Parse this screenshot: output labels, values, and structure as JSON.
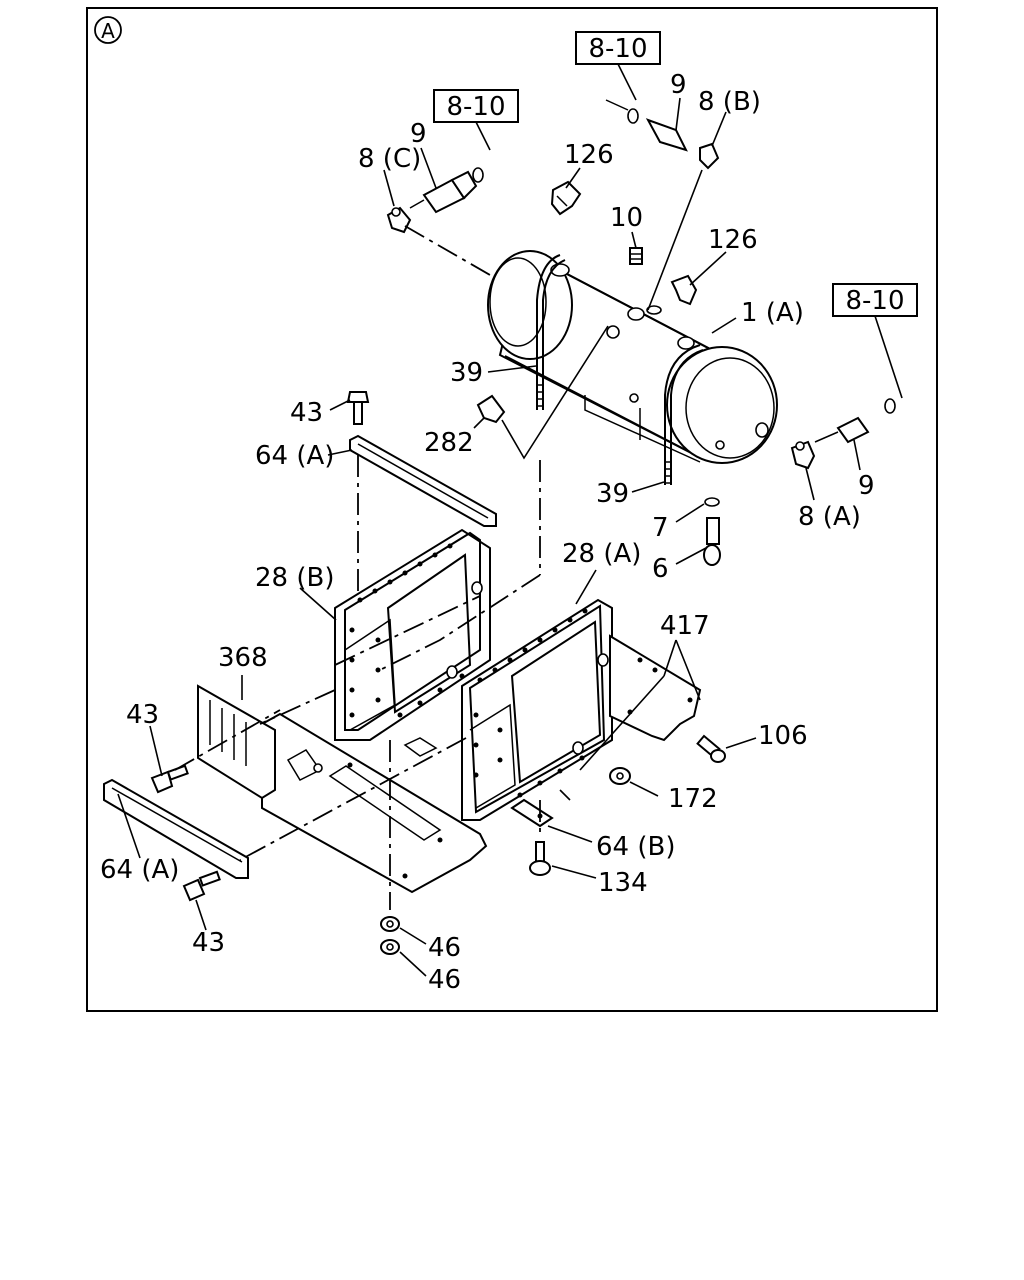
{
  "section_marker": "A",
  "reference_boxes": [
    {
      "id": "ref-1",
      "text": "8-10"
    },
    {
      "id": "ref-2",
      "text": "8-10"
    },
    {
      "id": "ref-3",
      "text": "8-10"
    }
  ],
  "callouts": {
    "c_9_top": "9",
    "c_8b": "8 (B)",
    "c_9_left": "9",
    "c_8c": "8 (C)",
    "c_126_a": "126",
    "c_10": "10",
    "c_126_b": "126",
    "c_1a": "1 (A)",
    "c_39_a": "39",
    "c_43_a": "43",
    "c_282": "282",
    "c_64a_a": "64 (A)",
    "c_39_b": "39",
    "c_9_right": "9",
    "c_8a": "8 (A)",
    "c_7": "7",
    "c_6": "6",
    "c_28b": "28 (B)",
    "c_28a": "28 (A)",
    "c_417": "417",
    "c_368": "368",
    "c_43_b": "43",
    "c_106": "106",
    "c_172": "172",
    "c_64b": "64 (B)",
    "c_64a_b": "64 (A)",
    "c_134": "134",
    "c_43_c": "43",
    "c_46_a": "46",
    "c_46_b": "46"
  }
}
